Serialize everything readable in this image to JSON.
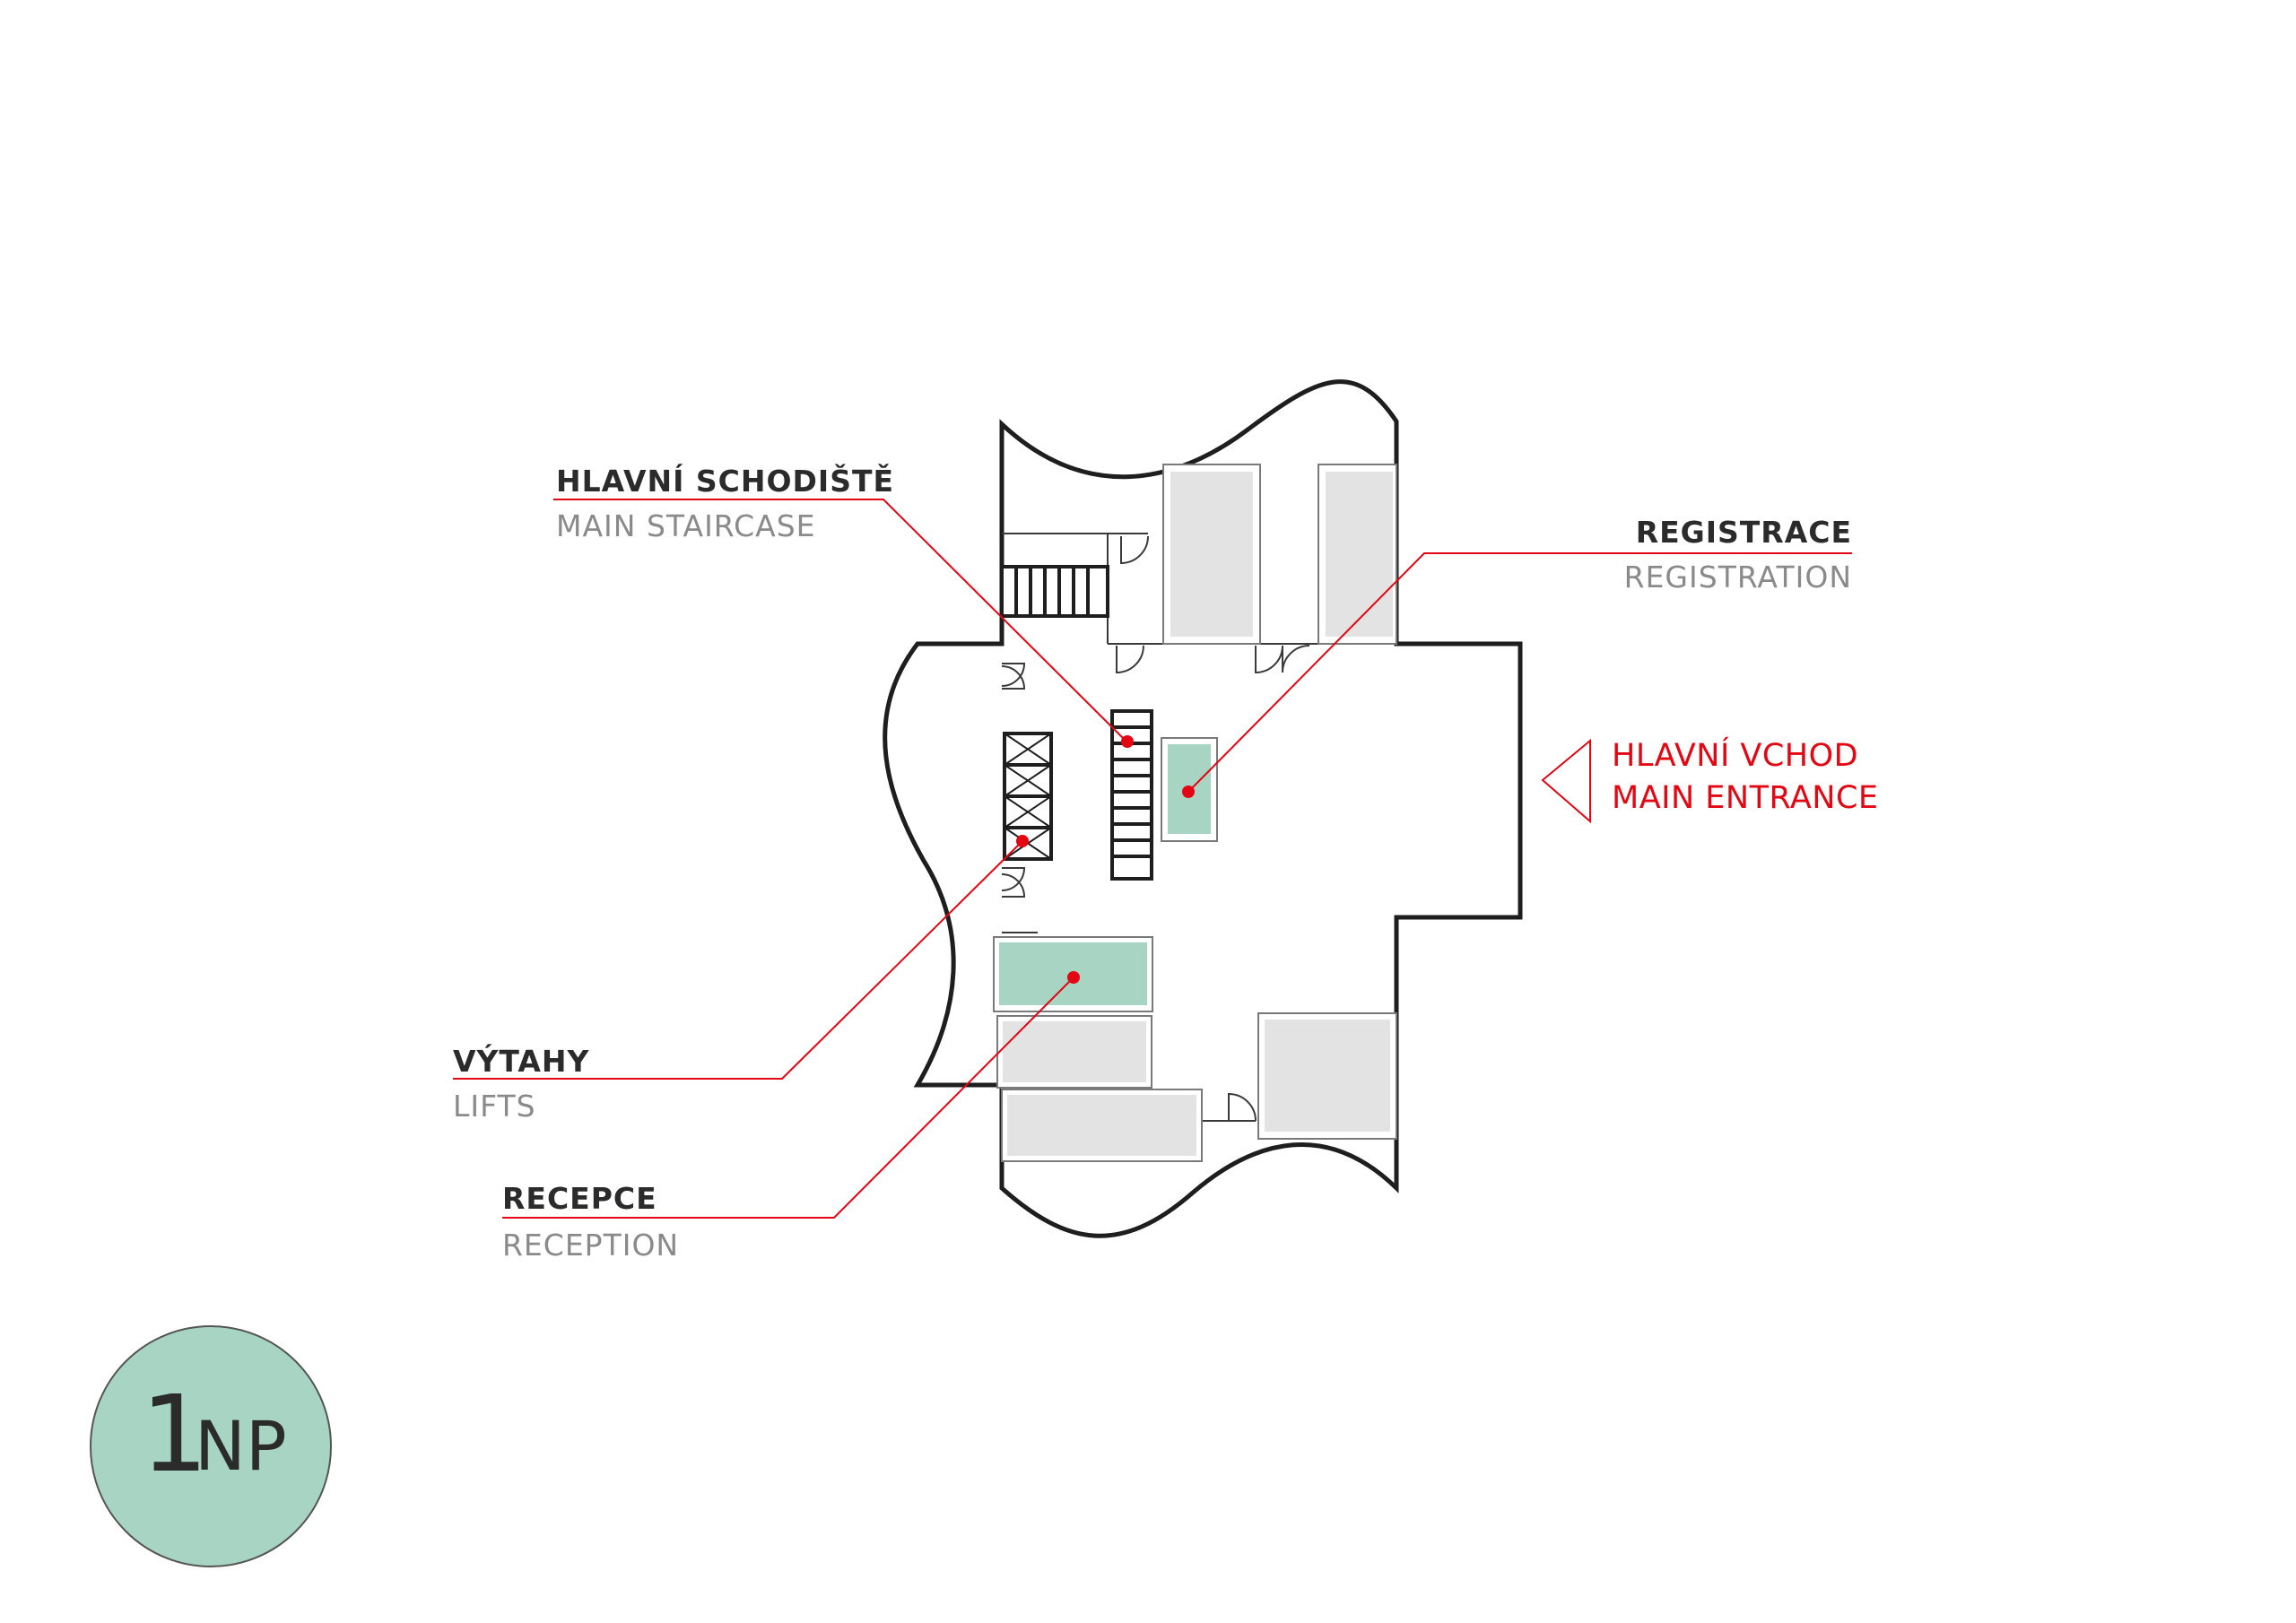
{
  "callouts": {
    "main_staircase": {
      "label_cz": "HLAVNÍ SCHODIŠTĚ",
      "label_en": "MAIN STAIRCASE"
    },
    "registration": {
      "label_cz": "REGISTRACE",
      "label_en": "REGISTRATION"
    },
    "lifts": {
      "label_cz": "VÝTAHY",
      "label_en": "LIFTS"
    },
    "reception": {
      "label_cz": "RECEPCE",
      "label_en": "RECEPTION"
    },
    "main_entrance": {
      "label_cz": "HLAVNÍ VCHOD",
      "label_en": "MAIN ENTRANCE"
    }
  },
  "floor_badge": {
    "number": "1",
    "suffix": "NP"
  },
  "colors": {
    "accent_red": "#e30613",
    "highlight_green": "#a8d5c3",
    "furniture_gray": "#e3e3e3",
    "wall": "#1e1e1e",
    "text_dark": "#2b2b2b",
    "text_gray": "#8a8a8a"
  }
}
